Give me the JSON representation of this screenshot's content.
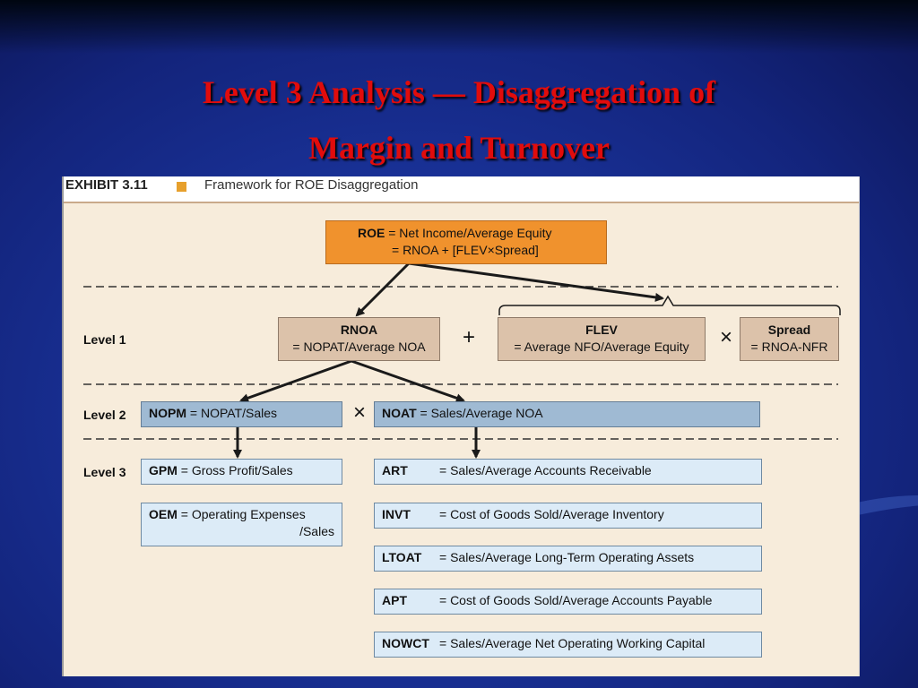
{
  "slide": {
    "title_line1": "Level 3 Analysis — Disaggregation of",
    "title_line2": "Margin and Turnover"
  },
  "exhibit": {
    "number": "EXHIBIT 3.11",
    "caption": "Framework for ROE Disaggregation",
    "colors": {
      "orange": "#f0922d",
      "tan": "#dcc2aa",
      "blue": "#9fbad3",
      "light_blue": "#dcebf7",
      "background": "#f7ecdb"
    },
    "roe": {
      "name": "ROE",
      "formula1": "= Net Income/Average Equity",
      "formula2": "= RNOA + [FLEV×Spread]"
    },
    "levels": {
      "level1": "Level 1",
      "level2": "Level 2",
      "level3": "Level 3"
    },
    "operators": {
      "plus": "+",
      "times1": "×",
      "times2": "×"
    },
    "rnoa": {
      "name": "RNOA",
      "formula": "= NOPAT/Average NOA"
    },
    "flev": {
      "name": "FLEV",
      "formula": "= Average NFO/Average Equity"
    },
    "spread": {
      "name": "Spread",
      "formula": "= RNOA-NFR"
    },
    "nopm": {
      "name": "NOPM",
      "formula": " = NOPAT/Sales"
    },
    "noat": {
      "name": "NOAT",
      "formula": " = Sales/Average NOA"
    },
    "gpm": {
      "name": "GPM",
      "formula": " = Gross Profit/Sales"
    },
    "oem": {
      "name": "OEM",
      "formula1": " = Operating Expenses",
      "formula2": "/Sales"
    },
    "art": {
      "name": "ART",
      "formula": "= Sales/Average Accounts Receivable"
    },
    "invt": {
      "name": "INVT",
      "formula": "= Cost of Goods Sold/Average Inventory"
    },
    "ltoat": {
      "name": "LTOAT",
      "formula": "= Sales/Average Long-Term Operating Assets"
    },
    "apt": {
      "name": "APT",
      "formula": "= Cost of Goods Sold/Average Accounts Payable"
    },
    "nowct": {
      "name": "NOWCT",
      "formula": "= Sales/Average Net Operating Working Capital"
    }
  }
}
